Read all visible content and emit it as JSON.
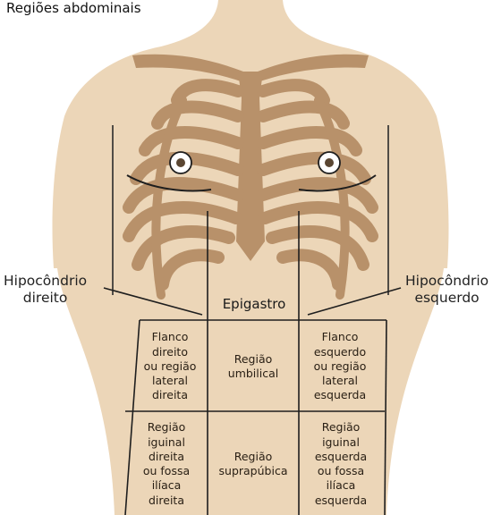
{
  "caption": "Regiões abdominais",
  "labels": {
    "hypochondrium_right": "Hipocôndrio\ndireito",
    "hypochondrium_left": "Hipocôndrio\nesquerdo",
    "epigastrium": "Epigastro"
  },
  "regions": {
    "flank_right": "Flanco\ndireito\nou região\nlateral\ndireita",
    "umbilical": "Região\numbilical",
    "flank_left": "Flanco\nesquerdo\nou região\nlateral\nesquerda",
    "iliac_right": "Região\niguinal\ndireita\nou fossa\nilíaca\ndireita",
    "suprapubic": "Região\nsuprapúbica",
    "iliac_left": "Região\niguinal\nesquerda\nou fossa\nilíaca\nesquerda"
  },
  "colors": {
    "skin": "#ecd6b8",
    "bone": "#b8916a",
    "outline": "#1e1e1e",
    "nipple": "#5a4632"
  }
}
